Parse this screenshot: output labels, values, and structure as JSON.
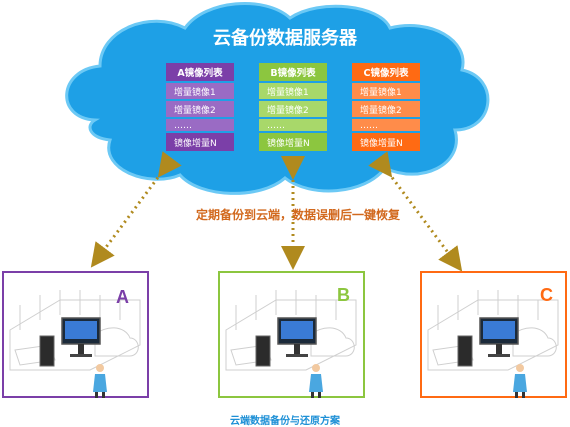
{
  "server": {
    "title": "云备份数据服务器"
  },
  "mirror_lists": [
    {
      "id": "a",
      "header": "A镜像列表",
      "rows": [
        "增量镜像1",
        "增量镜像2",
        "……",
        "镜像增量N"
      ],
      "color": "#7b3fa8"
    },
    {
      "id": "b",
      "header": "B镜像列表",
      "rows": [
        "增量镜像1",
        "增量镜像2",
        "……",
        "镜像增量N"
      ],
      "color": "#8cc63f"
    },
    {
      "id": "c",
      "header": "C镜像列表",
      "rows": [
        "增量镜像1",
        "增量镜像2",
        "……",
        "镜像增量N"
      ],
      "color": "#ff6a13"
    }
  ],
  "middle_caption": "定期备份到云端，数据误删后一键恢复",
  "clients": [
    {
      "id": "a",
      "letter": "A",
      "color": "#7b3fa8"
    },
    {
      "id": "b",
      "letter": "B",
      "color": "#8cc63f"
    },
    {
      "id": "c",
      "letter": "C",
      "color": "#ff6a13"
    }
  ],
  "bottom_caption": "云端数据备份与还原方案",
  "colors": {
    "cloud": "#1ea0e6",
    "arrow": "#b08a1e",
    "caption": "#d2691e"
  }
}
